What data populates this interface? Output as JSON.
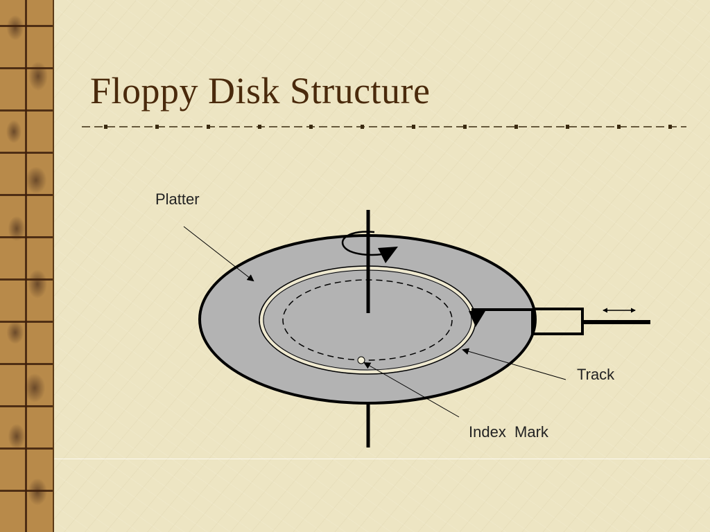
{
  "slide": {
    "title": "Floppy Disk Structure"
  },
  "diagram": {
    "labels": {
      "platter": "Platter",
      "track": "Track",
      "index_mark": "Index  Mark"
    },
    "colors": {
      "platter_fill": "#b3b3b3",
      "track_ring": "#efe9cf",
      "outline": "#000000",
      "label_text": "#222222",
      "title_text": "#4a2a0c"
    },
    "icons": {
      "rotation": "rotation-arrow-icon",
      "head_motion": "double-arrow-icon"
    }
  }
}
